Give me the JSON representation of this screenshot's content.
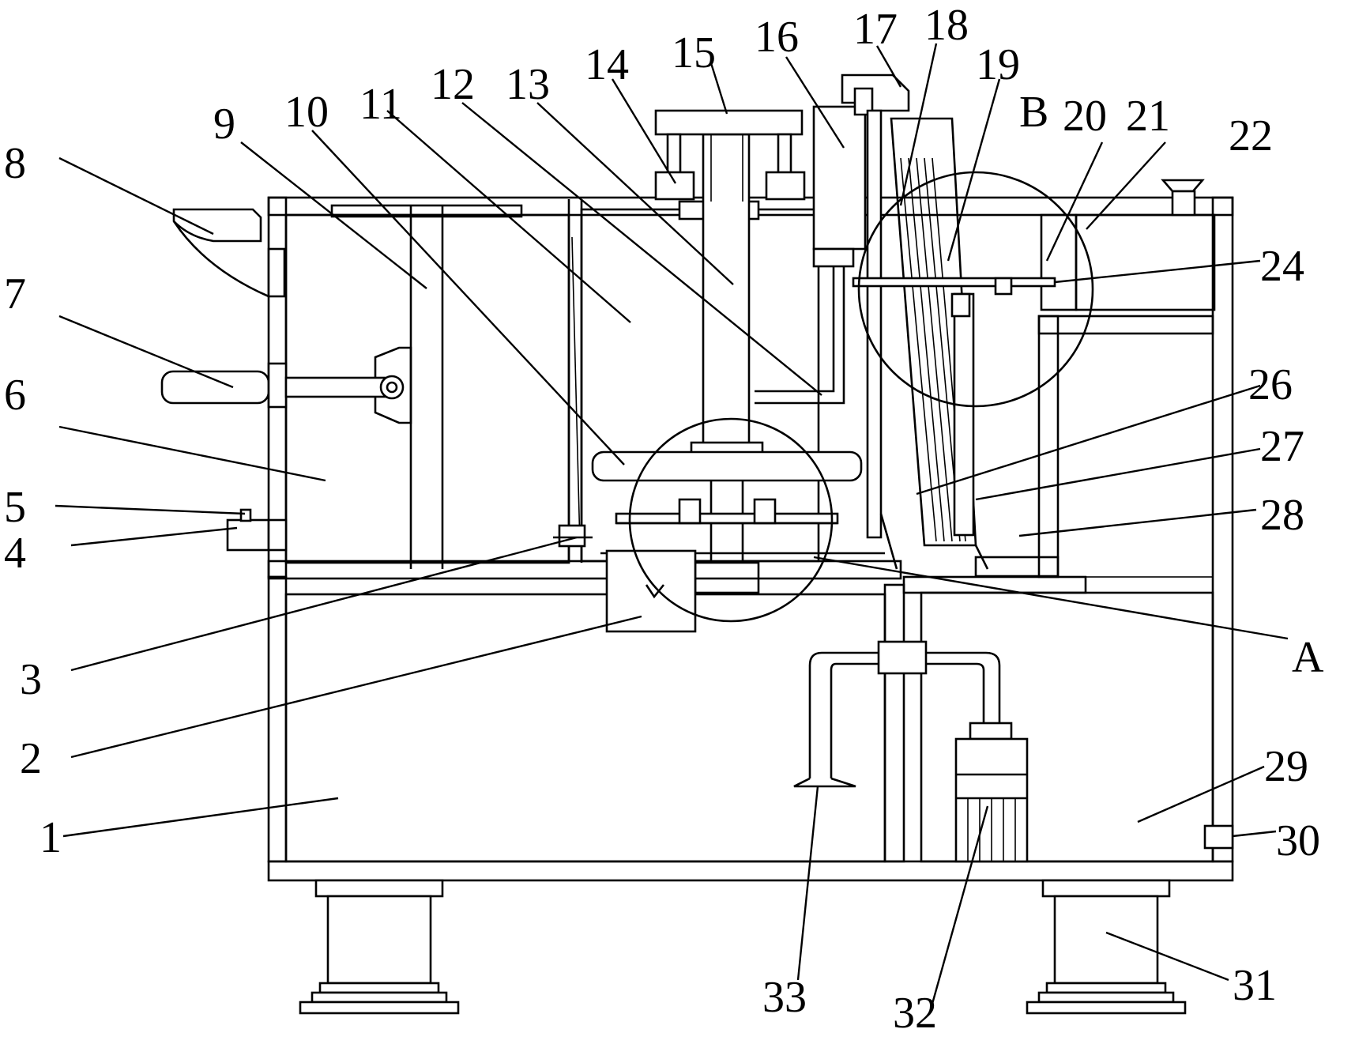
{
  "diagram": {
    "labels": [
      {
        "id": "L1",
        "text": "1"
      },
      {
        "id": "L2",
        "text": "2"
      },
      {
        "id": "L3",
        "text": "3"
      },
      {
        "id": "L4",
        "text": "4"
      },
      {
        "id": "L5",
        "text": "5"
      },
      {
        "id": "L6",
        "text": "6"
      },
      {
        "id": "L7",
        "text": "7"
      },
      {
        "id": "L8",
        "text": "8"
      },
      {
        "id": "L9",
        "text": "9"
      },
      {
        "id": "L10",
        "text": "10"
      },
      {
        "id": "L11",
        "text": "11"
      },
      {
        "id": "L12",
        "text": "12"
      },
      {
        "id": "L13",
        "text": "13"
      },
      {
        "id": "L14",
        "text": "14"
      },
      {
        "id": "L15",
        "text": "15"
      },
      {
        "id": "L16",
        "text": "16"
      },
      {
        "id": "L17",
        "text": "17"
      },
      {
        "id": "L18",
        "text": "18"
      },
      {
        "id": "L19",
        "text": "19"
      },
      {
        "id": "LB",
        "text": "B"
      },
      {
        "id": "L20",
        "text": "20"
      },
      {
        "id": "L21",
        "text": "21"
      },
      {
        "id": "L22",
        "text": "22"
      },
      {
        "id": "L24",
        "text": "24"
      },
      {
        "id": "L26",
        "text": "26"
      },
      {
        "id": "L27",
        "text": "27"
      },
      {
        "id": "L28",
        "text": "28"
      },
      {
        "id": "LA",
        "text": "A"
      },
      {
        "id": "L29",
        "text": "29"
      },
      {
        "id": "L30",
        "text": "30"
      },
      {
        "id": "L31",
        "text": "31"
      },
      {
        "id": "L32",
        "text": "32"
      },
      {
        "id": "L33",
        "text": "33"
      }
    ]
  }
}
